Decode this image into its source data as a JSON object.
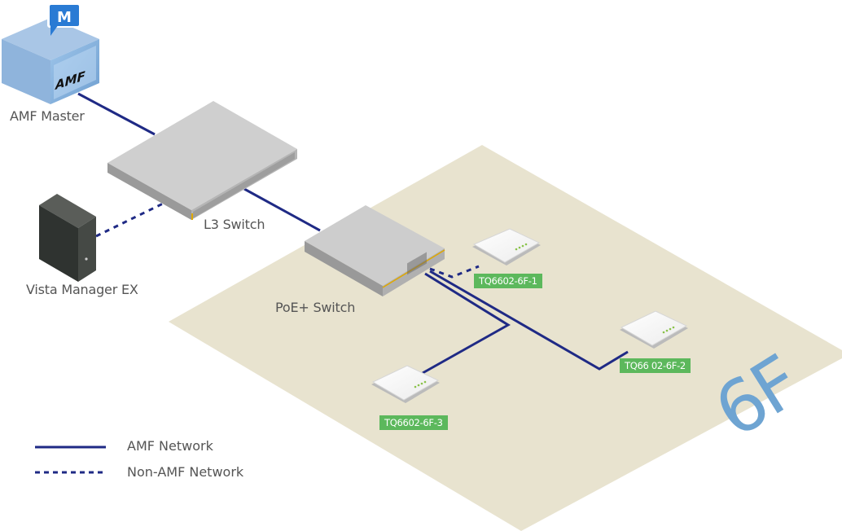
{
  "diagram": {
    "floor": {
      "label": "6F",
      "color": "#e8e3cf",
      "label_color": "#6ea4d2"
    },
    "nodes": {
      "amf_master": {
        "label": "AMF Master",
        "badge": "M",
        "logo": "AMF"
      },
      "l3_switch": {
        "label": "L3 Switch"
      },
      "vista_manager": {
        "label": "Vista Manager EX"
      },
      "poe_switch": {
        "label": "PoE+ Switch"
      },
      "ap1": {
        "label": "TQ6602-6F-1"
      },
      "ap2": {
        "label": "TQ66 02-6F-2"
      },
      "ap3": {
        "label": "TQ6602-6F-3"
      }
    },
    "links": [
      {
        "from": "AMF Master",
        "to": "L3 Switch",
        "type": "AMF Network"
      },
      {
        "from": "L3 Switch",
        "to": "PoE+ Switch",
        "type": "AMF Network"
      },
      {
        "from": "Vista Manager EX",
        "to": "L3 Switch",
        "type": "Non-AMF Network"
      },
      {
        "from": "PoE+ Switch",
        "to": "TQ6602-6F-1",
        "type": "Non-AMF Network"
      },
      {
        "from": "PoE+ Switch",
        "to": "TQ66 02-6F-2",
        "type": "AMF Network"
      },
      {
        "from": "PoE+ Switch",
        "to": "TQ6602-6F-3",
        "type": "AMF Network"
      }
    ],
    "colors": {
      "link": "#1f2a85",
      "tag": "#5cb85c",
      "badge": "#2a7bd4"
    }
  },
  "legend": {
    "items": [
      {
        "label": "AMF Network",
        "style": "solid"
      },
      {
        "label": "Non-AMF Network",
        "style": "dashed"
      }
    ]
  }
}
